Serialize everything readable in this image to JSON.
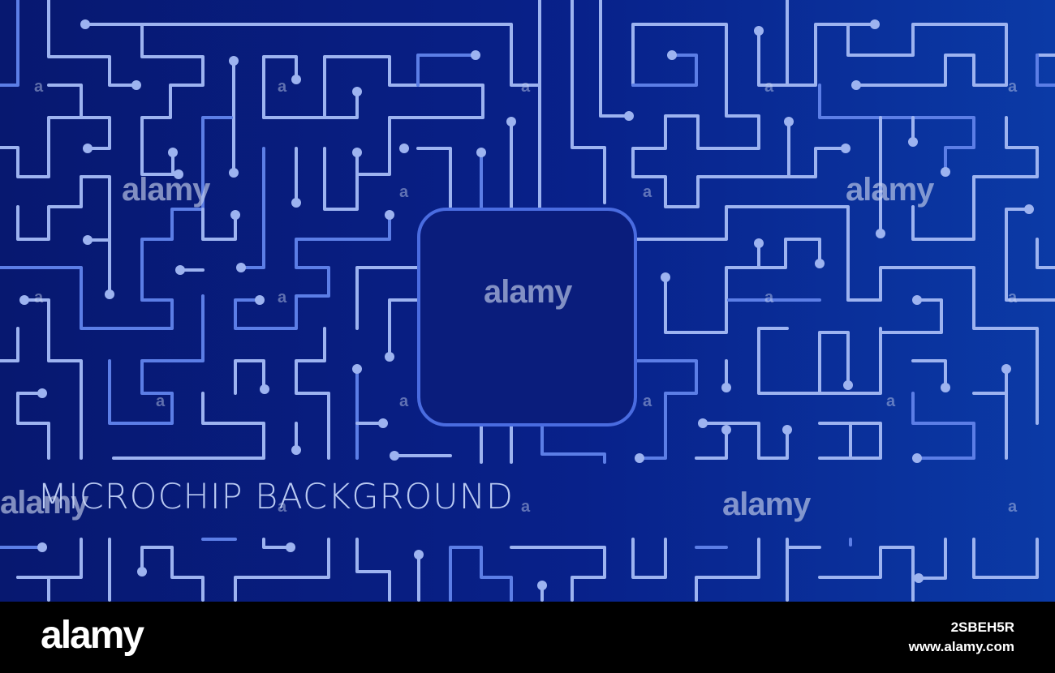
{
  "artwork": {
    "headline": "MICROCHIP BACKGROUND",
    "colors": {
      "background_dark": "#071870",
      "background_light": "#0b3aa6",
      "trace_light": "#9db3f0",
      "trace_mid": "#5c7ee6",
      "chip_fill": "#0a1d7c",
      "chip_border": "#4a6ce0"
    }
  },
  "watermarks": {
    "main": "alamy",
    "small": "a"
  },
  "footer": {
    "logo": "alamy",
    "image_id": "2SBEH5R",
    "site": "www.alamy.com"
  }
}
